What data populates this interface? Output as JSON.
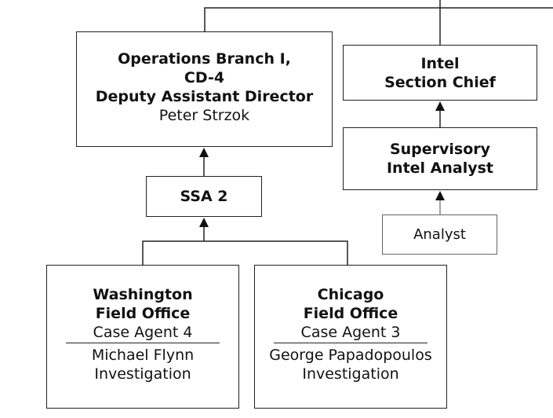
{
  "diagram": {
    "nodes": {
      "ops": {
        "title_lines": [
          "Operations Branch I,",
          "CD-4",
          "Deputy Assistant Director"
        ],
        "name": "Peter Strzok"
      },
      "intel_chief": {
        "title_lines": [
          "Intel",
          "Section Chief"
        ]
      },
      "supervisory_analyst": {
        "title_lines": [
          "Supervisory",
          "Intel Analyst"
        ]
      },
      "analyst": {
        "label": "Analyst"
      },
      "ssa2": {
        "label": "SSA 2"
      },
      "wfo": {
        "title_lines": [
          "Washington",
          "Field Office"
        ],
        "agent": "Case Agent 4",
        "case_lines": [
          "Michael Flynn",
          "Investigation"
        ]
      },
      "cfo": {
        "title_lines": [
          "Chicago",
          "Field Office"
        ],
        "agent": "Case Agent 3",
        "case_lines": [
          "George Papadopoulos",
          "Investigation"
        ]
      }
    },
    "edges": [
      {
        "from": "wfo",
        "to": "ssa2"
      },
      {
        "from": "cfo",
        "to": "ssa2"
      },
      {
        "from": "ssa2",
        "to": "ops"
      },
      {
        "from": "analyst",
        "to": "supervisory_analyst"
      },
      {
        "from": "supervisory_analyst",
        "to": "intel_chief"
      },
      {
        "from": "ops",
        "to": "intel_chief"
      }
    ],
    "colors": {
      "line": "#222222",
      "box_border": "#222222",
      "dashed_border": "#666666"
    }
  }
}
